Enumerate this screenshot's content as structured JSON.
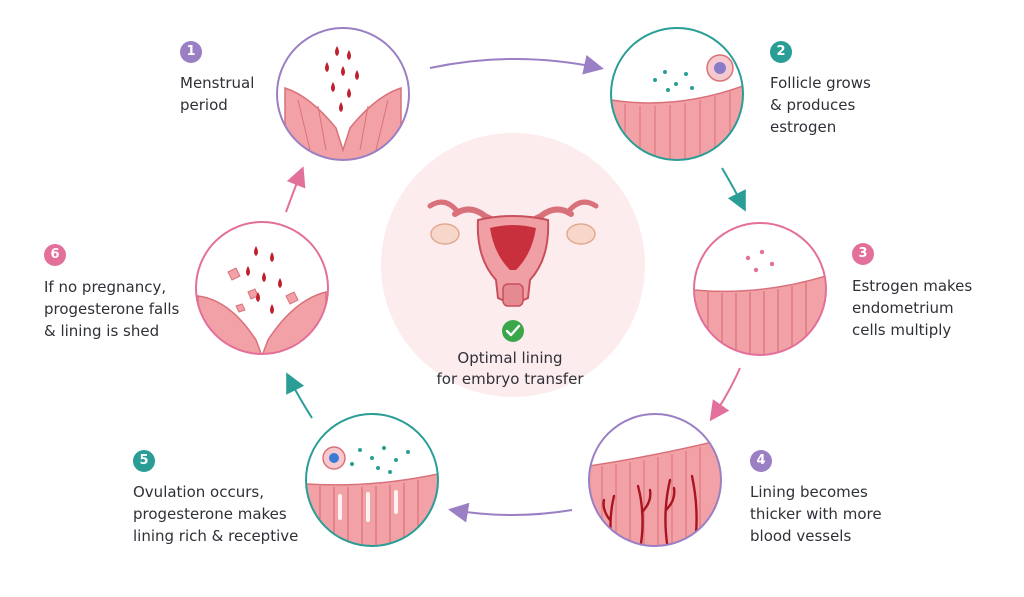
{
  "colors": {
    "purple": "#9b7fc4",
    "teal": "#2a9d96",
    "pink": "#e2709a",
    "tissue": "#f2a2a6",
    "tissue_dark": "#d9717a",
    "blood": "#c0202e",
    "center_bg": "#fdecee",
    "check": "#3aa84a"
  },
  "center": {
    "caption_line1": "Optimal lining",
    "caption_line2": "for embryo transfer",
    "icon": "check-icon"
  },
  "stages": [
    {
      "number": "1",
      "line1": "Menstrual",
      "line2": "period",
      "line3": "",
      "color": "purple"
    },
    {
      "number": "2",
      "line1": "Follicle grows",
      "line2": "& produces",
      "line3": "estrogen",
      "color": "teal"
    },
    {
      "number": "3",
      "line1": "Estrogen makes",
      "line2": "endometrium",
      "line3": "cells multiply",
      "color": "pink"
    },
    {
      "number": "4",
      "line1": "Lining becomes",
      "line2": "thicker with more",
      "line3": "blood vessels",
      "color": "purple"
    },
    {
      "number": "5",
      "line1": "Ovulation occurs,",
      "line2": "progesterone makes",
      "line3": "lining rich & receptive",
      "color": "teal"
    },
    {
      "number": "6",
      "line1": "If no pregnancy,",
      "line2": "progesterone falls",
      "line3": "& lining is shed",
      "color": "pink"
    }
  ]
}
